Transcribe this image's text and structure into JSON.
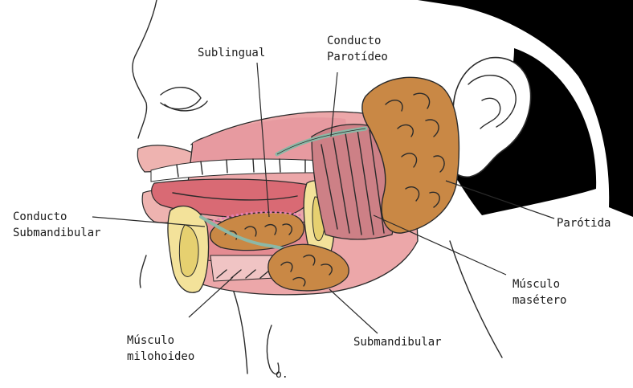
{
  "labels": {
    "sublingual": "Sublingual",
    "conducto_parotideo_l1": "Conducto",
    "conducto_parotideo_l2": "Parotídeo",
    "conducto_submandibular_l1": "Conducto",
    "conducto_submandibular_l2": "Submandibular",
    "parotida": "Parótida",
    "musculo_masetero_l1": "Músculo",
    "musculo_masetero_l2": "masétero",
    "musculo_milohoideo_l1": "Músculo",
    "musculo_milohoideo_l2": "milohoideo",
    "submandibular": "Submandibular",
    "signature": "o."
  },
  "colors": {
    "hair": "#000000",
    "gland": "#c98845",
    "gland_shade": "#a5652b",
    "lip": "#eeb3b0",
    "gum": "#e27e84",
    "tongue": "#d96a74",
    "mucosa": "#e9a3a6",
    "bone": "#f3e29a",
    "duct": "#8cb8a6",
    "muscle": "#c97a7e"
  },
  "icons": [
    "ear-outline",
    "nose-outline",
    "eye-outline",
    "signature-mark"
  ]
}
